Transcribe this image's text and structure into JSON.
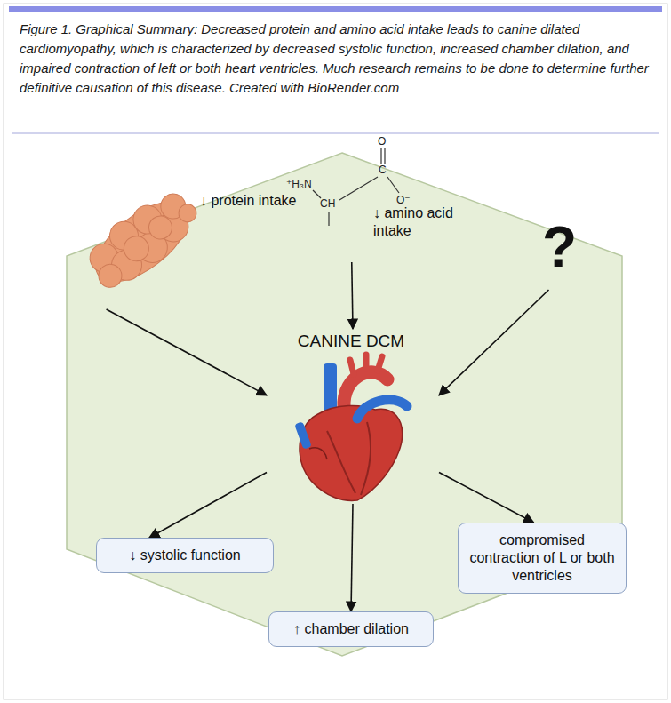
{
  "diagram": {
    "caption": "Figure 1. Graphical Summary: Decreased protein and amino acid intake leads to canine dilated cardiomyopathy, which is characterized by decreased systolic function, increased chamber dilation, and impaired contraction of left or both heart ventricles. Much research remains to be done to determine further definitive causation of this disease. Created with BioRender.com",
    "nodes": [
      {
        "text": [
          "↓ protein intake"
        ]
      },
      {
        "text": [
          "↓ amino acid intake"
        ]
      },
      {
        "text": [
          "?"
        ]
      },
      {
        "text": [
          "CANINE DCM"
        ]
      },
      {
        "text": [
          "↓ systolic function"
        ]
      },
      {
        "text": [
          "↑ chamber dilation"
        ]
      },
      {
        "text": [
          "compromised contraction of L or both ventricles"
        ]
      }
    ],
    "edges": [
      {
        "from": 0,
        "to": 3,
        "arrow": "to"
      },
      {
        "from": 1,
        "to": 3,
        "arrow": "to"
      },
      {
        "from": 2,
        "to": 3,
        "arrow": "to"
      },
      {
        "from": 3,
        "to": 4,
        "arrow": "to"
      },
      {
        "from": 3,
        "to": 5,
        "arrow": "to"
      },
      {
        "from": 3,
        "to": 6,
        "arrow": "to"
      }
    ],
    "labels": [
      "⁺H₃N",
      "CH",
      "C",
      "O",
      "O⁻"
    ]
  }
}
